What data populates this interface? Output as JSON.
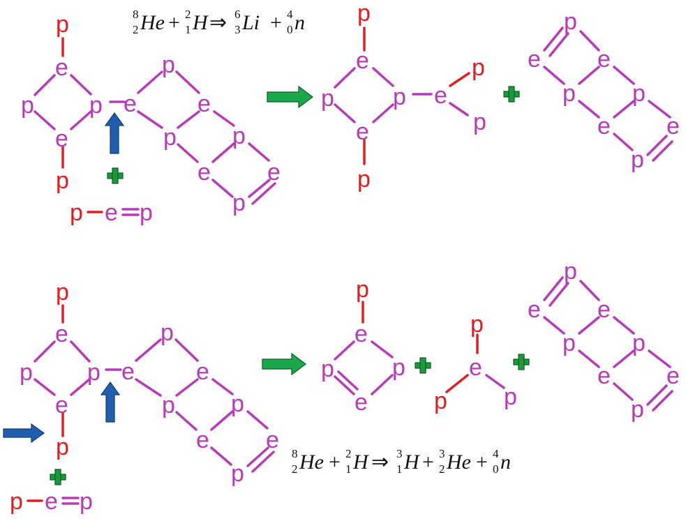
{
  "equations": {
    "top": {
      "terms": [
        {
          "mass": "8",
          "charge": "2",
          "symbol": "He"
        },
        {
          "op": "+"
        },
        {
          "mass": "2",
          "charge": "1",
          "symbol": "H"
        },
        {
          "op": "⇒"
        },
        {
          "mass": "6",
          "charge": "3",
          "symbol": "Li"
        },
        {
          "op": "+"
        },
        {
          "mass": "4",
          "charge": "0",
          "symbol": "n"
        }
      ]
    },
    "bottom": {
      "terms": [
        {
          "mass": "8",
          "charge": "2",
          "symbol": "He"
        },
        {
          "op": "+"
        },
        {
          "mass": "2",
          "charge": "1",
          "symbol": "H"
        },
        {
          "op": "⇒"
        },
        {
          "mass": "3",
          "charge": "1",
          "symbol": "H"
        },
        {
          "op": "+"
        },
        {
          "mass": "3",
          "charge": "2",
          "symbol": "He"
        },
        {
          "op": "+"
        },
        {
          "mass": "4",
          "charge": "0",
          "symbol": "n"
        }
      ]
    }
  },
  "labels": {
    "proton": "p",
    "electron": "e"
  },
  "colors": {
    "magenta": "#b83ab8",
    "red": "#e02020",
    "green_arrow": "#1aa84a",
    "green_plus": "#1a9a3a",
    "blue_arrow": "#1f5fae"
  },
  "icons": {
    "reaction_arrow": "green-right-arrow",
    "plus": "green-plus-icon",
    "attack_arrow": "blue-arrow"
  }
}
